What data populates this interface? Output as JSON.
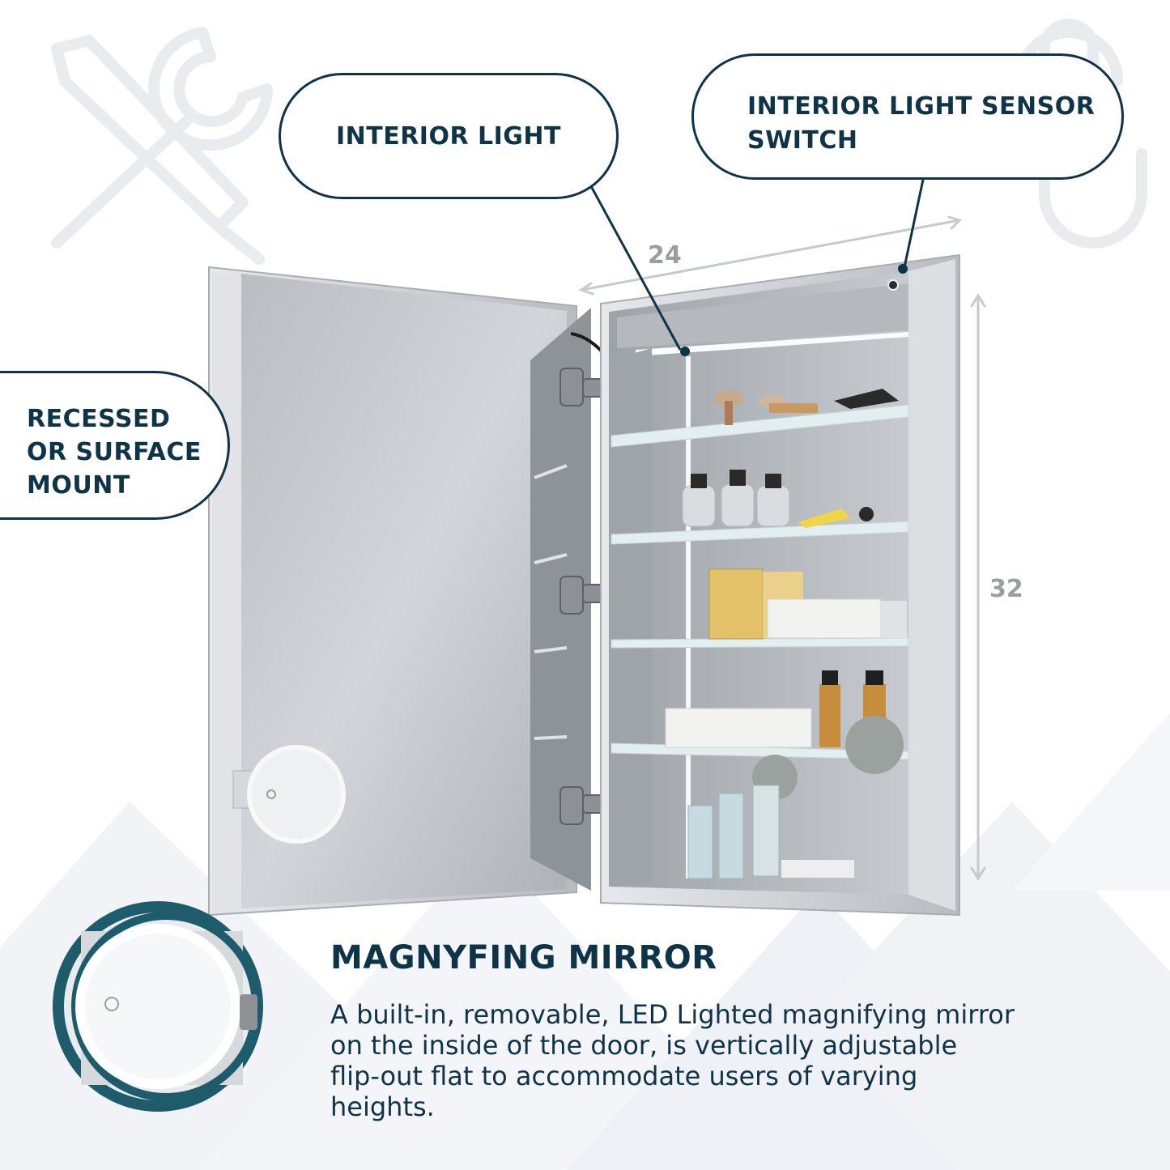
{
  "callouts": {
    "interior_light": "INTERIOR LIGHT",
    "sensor_line1": "INTERIOR LIGHT SENSOR",
    "sensor_line2": "SWITCH",
    "mount_line1": "RECESSED",
    "mount_line2": "OR SURFACE",
    "mount_line3": "MOUNT"
  },
  "dimensions": {
    "width": "24",
    "height": "32"
  },
  "feature": {
    "title": "MAGNYFING MIRROR",
    "desc_line1": "A built-in, removable, LED Lighted magnifying mirror",
    "desc_line2": "on the inside of the door, is vertically adjustable",
    "desc_line3": "flip-out flat to accommodate users of varying",
    "desc_line4": "heights."
  },
  "colors": {
    "navy": "#0f3347",
    "teal_ring": "#1f5c6b",
    "dim_gray": "#9a9ea3"
  },
  "icons": [
    "tools-icon",
    "touch-icon",
    "magnifier-mirror-icon"
  ]
}
